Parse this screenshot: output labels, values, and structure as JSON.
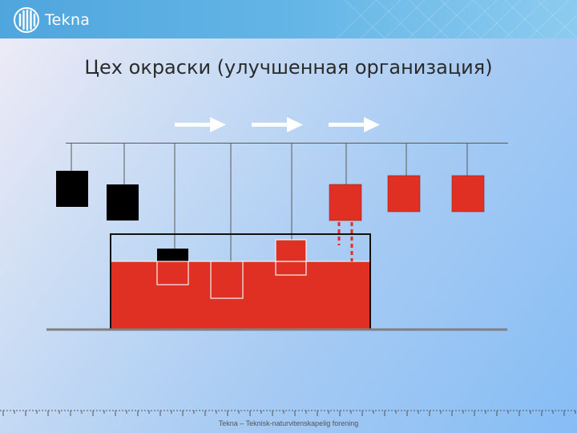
{
  "slide": {
    "brand": "Tekna",
    "title": "Цех окраски (улучшенная организация)",
    "footer": "Tekna – Teknisk-naturvitenskapelig forening"
  },
  "colors": {
    "paint": "#e03024",
    "part_unpainted": "#000000",
    "rail": "#5a5a5a",
    "arrow": "#ffffff",
    "drip": "#e03024"
  },
  "icons": [
    "tekna-logo-icon",
    "direction-arrow-icon"
  ]
}
